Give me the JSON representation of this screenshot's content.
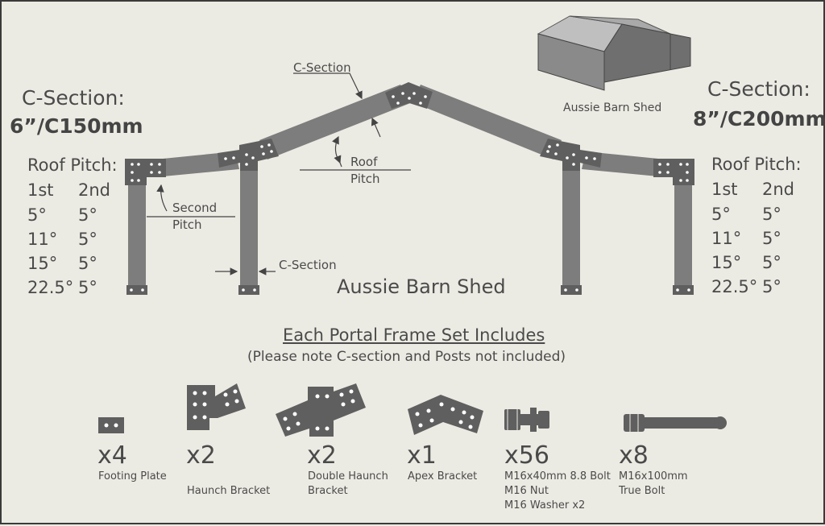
{
  "colors": {
    "background": "#ecebe3",
    "frame": "#7d7d7d",
    "bracket": "#5f5f5f",
    "text": "#4a4a4a"
  },
  "left_spec": {
    "heading": "C-Section:",
    "size": "6”/C150mm"
  },
  "right_spec": {
    "heading": "C-Section:",
    "size": "8”/C200mm"
  },
  "pitch_table": {
    "title": "Roof Pitch:",
    "col1": "1st",
    "col2": "2nd",
    "rows": [
      [
        "5°",
        "5°"
      ],
      [
        "11°",
        "5°"
      ],
      [
        "15°",
        "5°"
      ],
      [
        "22.5°",
        "5°"
      ]
    ]
  },
  "diagram": {
    "title": "Aussie Barn Shed",
    "label_c_section_top": "C-Section",
    "label_c_section_bottom": "C-Section",
    "label_roof_pitch_1": "Roof",
    "label_roof_pitch_2": "Pitch",
    "label_second_pitch_1": "Second",
    "label_second_pitch_2": "Pitch",
    "shed_caption": "Aussie Barn Shed"
  },
  "kit": {
    "heading": "Each Portal Frame Set Includes",
    "note": "(Please note C-section and Posts not included)",
    "items": [
      {
        "count": "x4",
        "name": "Footing Plate",
        "name2": "",
        "name3": "",
        "icon": "footing-plate-icon"
      },
      {
        "count": "x2",
        "name": "Haunch Bracket",
        "name2": "",
        "name3": "",
        "icon": "haunch-bracket-icon"
      },
      {
        "count": "x2",
        "name": "Double Haunch",
        "name2": "Bracket",
        "name3": "",
        "icon": "double-haunch-bracket-icon"
      },
      {
        "count": "x1",
        "name": "Apex Bracket",
        "name2": "",
        "name3": "",
        "icon": "apex-bracket-icon"
      },
      {
        "count": "x56",
        "name": "M16x40mm 8.8 Bolt",
        "name2": "M16 Nut",
        "name3": "M16 Washer x2",
        "icon": "bolt-nut-icon"
      },
      {
        "count": "x8",
        "name": "M16x100mm",
        "name2": "True Bolt",
        "name3": "",
        "icon": "true-bolt-icon"
      }
    ]
  }
}
